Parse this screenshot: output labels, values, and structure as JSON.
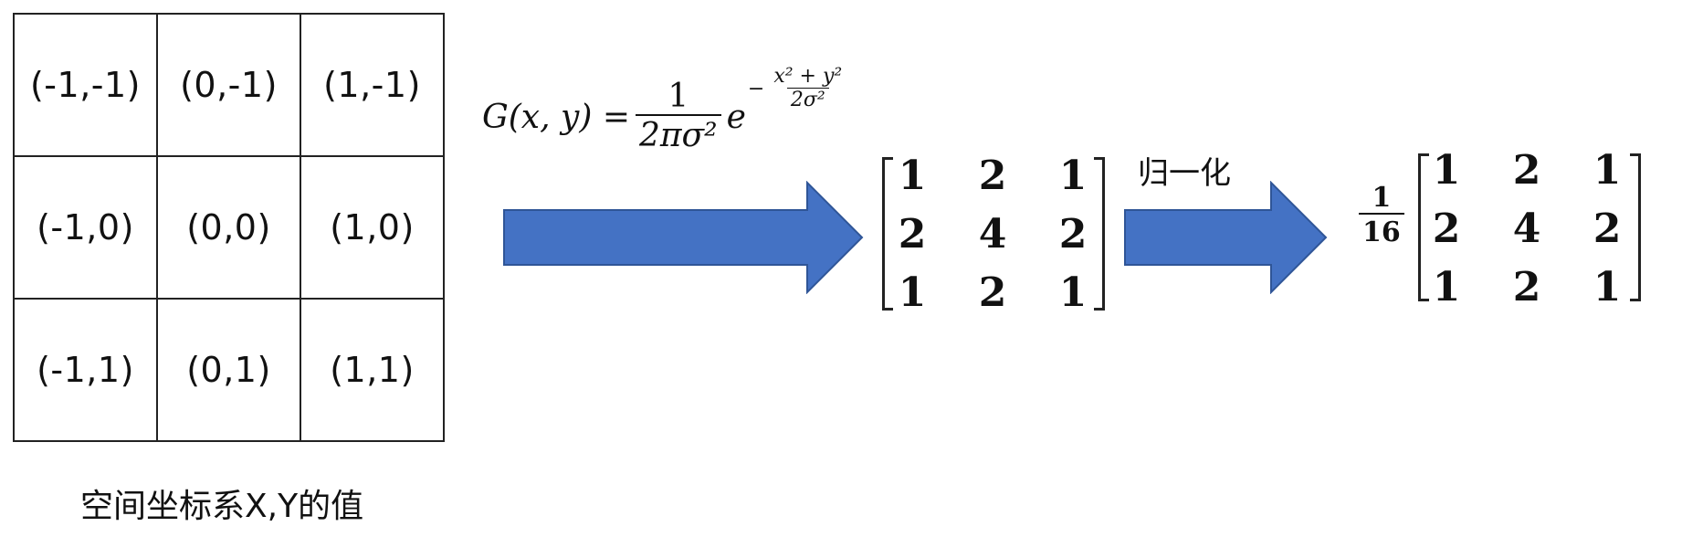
{
  "coordinate_grid": {
    "cells": [
      "(-1,-1)",
      "(0,-1)",
      "(1,-1)",
      "(-1,0)",
      "(0,0)",
      "(1,0)",
      "(-1,1)",
      "(0,1)",
      "(1,1)"
    ],
    "caption": "空间坐标系X,Y的值"
  },
  "formula": {
    "lhs": "G(x, y) = ",
    "numerator": "1",
    "denominator": "2πσ²",
    "base": "e",
    "exp_sign": "−",
    "exp_numerator": "x² + y²",
    "exp_denominator": "2σ²"
  },
  "kernel": {
    "values": [
      "1",
      "2",
      "1",
      "2",
      "4",
      "2",
      "1",
      "2",
      "1"
    ]
  },
  "normalize_label": "归一化",
  "normalized": {
    "scale_numerator": "1",
    "scale_denominator": "16",
    "values": [
      "1",
      "2",
      "1",
      "2",
      "4",
      "2",
      "1",
      "2",
      "1"
    ]
  },
  "colors": {
    "arrow_fill": "#4472C4",
    "arrow_stroke": "#2F5597",
    "grid_line": "#222222"
  }
}
